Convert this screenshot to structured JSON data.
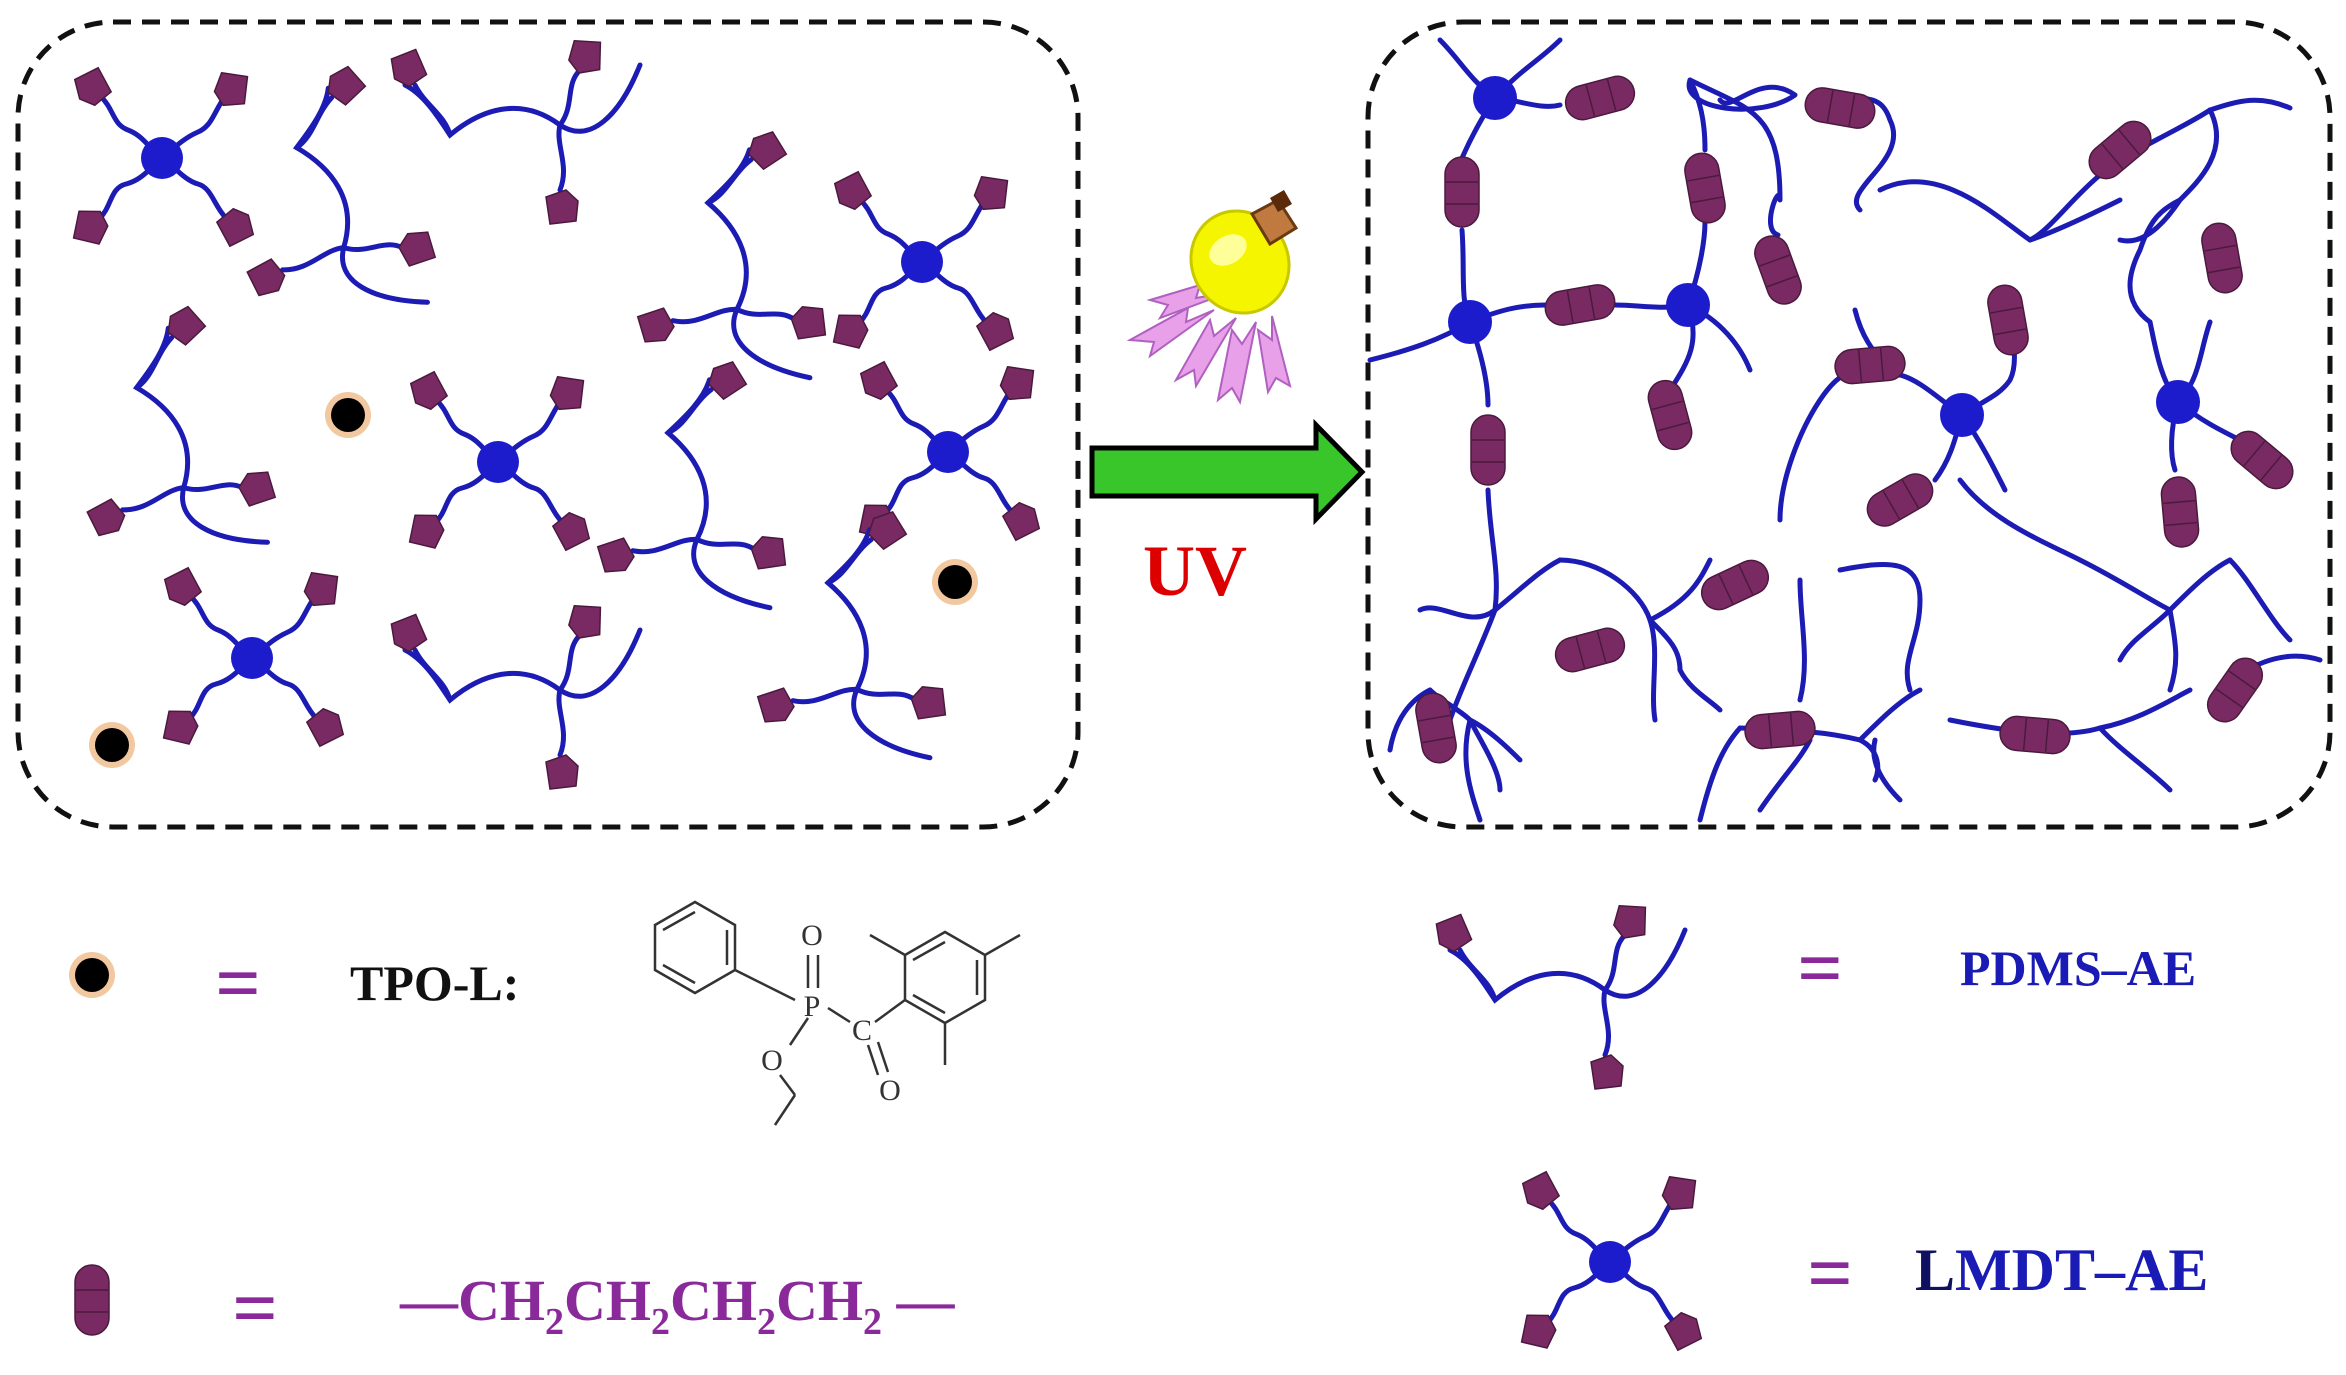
{
  "arrow": {
    "label": "UV"
  },
  "legend": {
    "initiator_name": "TPO-L:",
    "spacer_text_parts": [
      "—CH",
      "2",
      "CH",
      "2",
      "CH",
      "2",
      "CH",
      "2",
      " —"
    ],
    "pdms_name": "PDMS–AE",
    "lmdt_name_first": "L",
    "lmdt_name_rest": "MDT–AE",
    "equals": "=",
    "molecule_atoms": {
      "phosphorus": "P",
      "oxygen": "O",
      "carbon": "C"
    }
  },
  "colors": {
    "chain": "#1c1cb4",
    "node": "#1c1ccc",
    "end_group": "#7a2a62",
    "equals": "#8a2a9a",
    "uv_label": "#dd0000",
    "arrow": "#39c62a",
    "legend_blue": "#1a1ab4",
    "lmdt_first_letter": "#101060",
    "spacer_text": "#8a2a9a",
    "initiator_halo": "#f2c8a0"
  }
}
